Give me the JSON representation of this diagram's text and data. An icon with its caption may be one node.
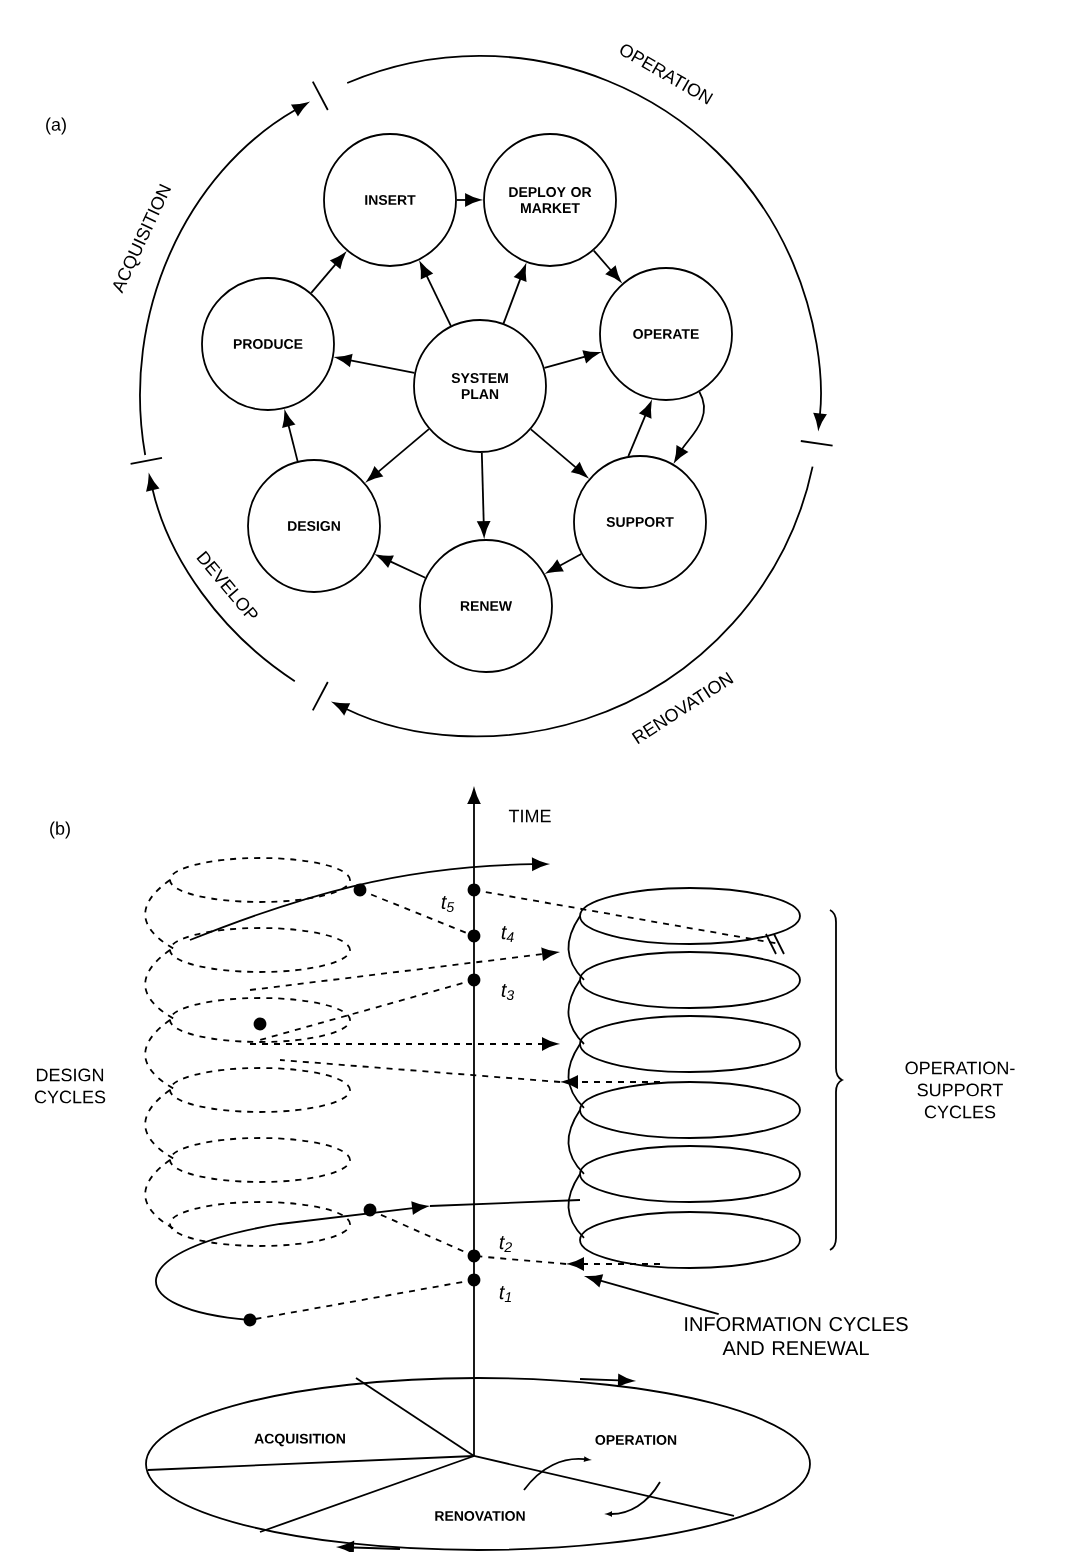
{
  "diagram": {
    "nodes": [
      {
        "text": [
          "INSERT"
        ]
      },
      {
        "text": [
          "DEPLOY OR MARKET"
        ]
      },
      {
        "text": [
          "PRODUCE"
        ]
      },
      {
        "text": [
          "SYSTEM PLAN"
        ]
      },
      {
        "text": [
          "OPERATE"
        ]
      },
      {
        "text": [
          "DESIGN"
        ]
      },
      {
        "text": [
          "SUPPORT"
        ]
      },
      {
        "text": [
          "RENEW"
        ]
      },
      {
        "text": [
          "INFORMATION CYCLES AND RENEWAL"
        ]
      }
    ],
    "edges": [
      {
        "from": 3,
        "to": 0,
        "arrow": "to"
      },
      {
        "from": 3,
        "to": 1,
        "arrow": "to"
      },
      {
        "from": 3,
        "to": 2,
        "arrow": "to"
      },
      {
        "from": 3,
        "to": 4,
        "arrow": "to"
      },
      {
        "from": 3,
        "to": 5,
        "arrow": "to"
      },
      {
        "from": 3,
        "to": 6,
        "arrow": "to"
      },
      {
        "from": 3,
        "to": 7,
        "arrow": "to"
      },
      {
        "from": 0,
        "to": 1,
        "arrow": "to"
      },
      {
        "from": 1,
        "to": 4,
        "arrow": "to"
      },
      {
        "from": 4,
        "to": 6,
        "arrow": "to"
      },
      {
        "from": 6,
        "to": 4,
        "arrow": "to"
      },
      {
        "from": 6,
        "to": 7,
        "arrow": "to"
      },
      {
        "from": 7,
        "to": 5,
        "arrow": "to"
      },
      {
        "from": 5,
        "to": 2,
        "arrow": "to"
      },
      {
        "from": 2,
        "to": 0,
        "arrow": "to"
      },
      {
        "from": 8,
        "to": null,
        "arrow": "to"
      }
    ],
    "labels": [
      "(a)",
      "OPERATION",
      "ACQUISITION",
      "DEVELOP",
      "RENOVATION",
      "(b)",
      "TIME",
      "t$_{5}$",
      "t$_{4}$",
      "t$_{3}$",
      "DESIGN CYCLES",
      "OPERATION- SUPPORT CYCLES",
      "t$_{2}$",
      "t$_{1}$",
      "ACQUISITION",
      "OPERATION",
      "RENOVATION"
    ]
  }
}
